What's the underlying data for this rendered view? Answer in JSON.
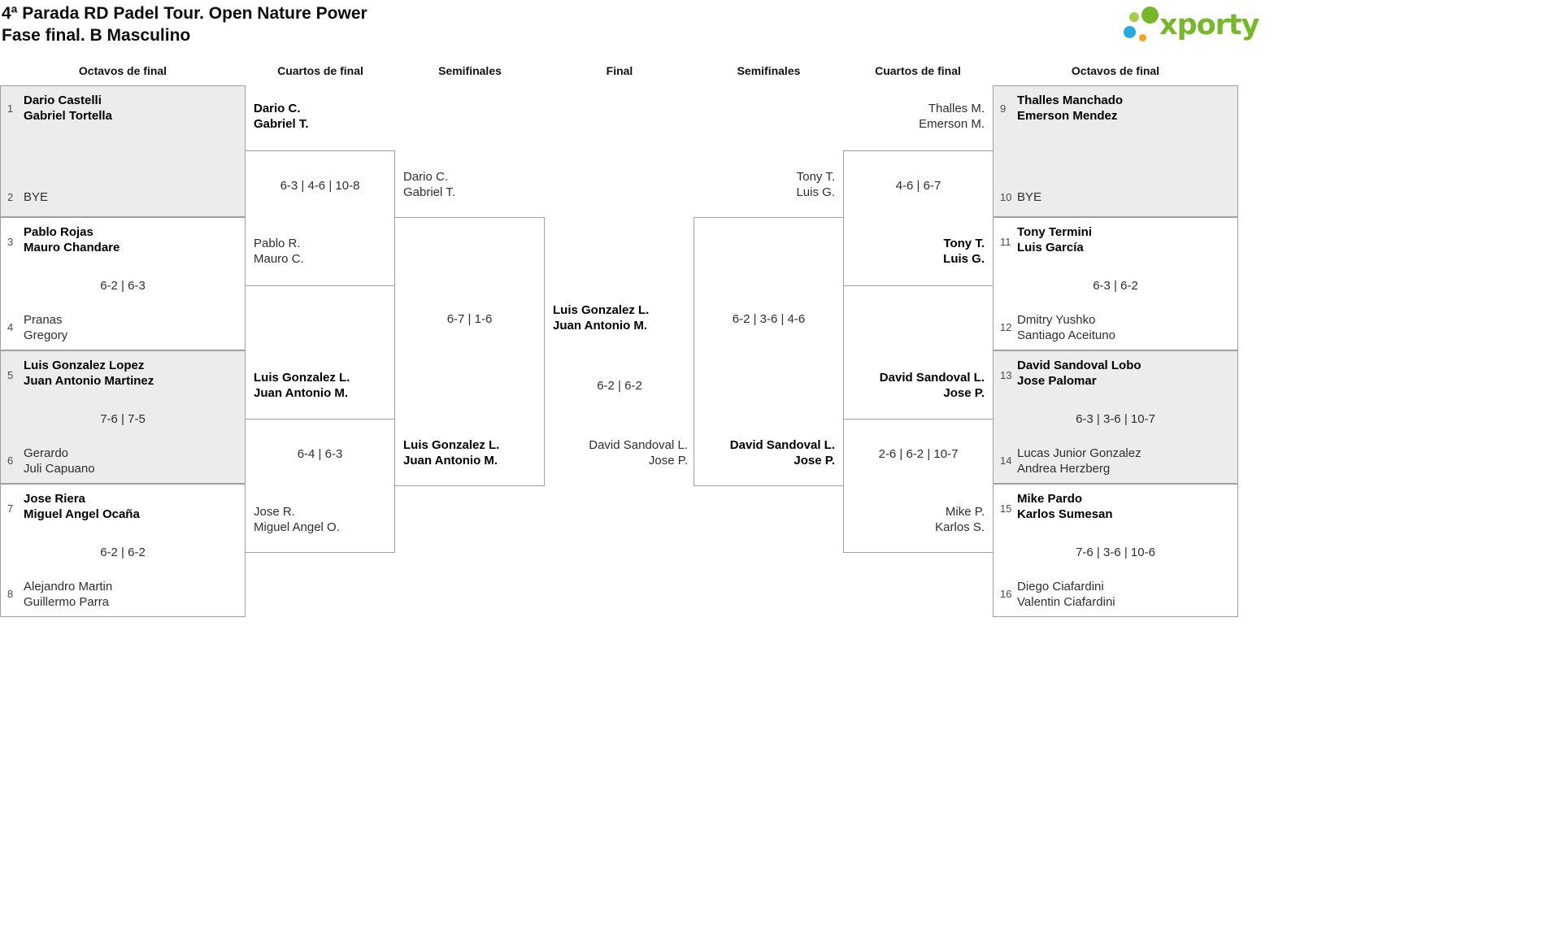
{
  "header": {
    "title_line1": "4ª Parada RD Padel Tour. Open Nature Power",
    "title_line2": "Fase final. B Masculino",
    "logo_text": "xporty"
  },
  "round_headers": [
    "Octavos de final",
    "Cuartos de final",
    "Semifinales",
    "Final",
    "Semifinales",
    "Cuartos de final",
    "Octavos de final"
  ],
  "colors": {
    "brand_green": "#76b82a",
    "dot_light_green": "#a6ce42",
    "dot_blue": "#26a9e0",
    "dot_orange": "#f5a11c",
    "box_shade": "#ececec",
    "box_border": "#a0a0a0"
  },
  "bracket": {
    "octavos_left": [
      {
        "seed_top": "1",
        "top1": "Dario Castelli",
        "top2": "Gabriel Tortella",
        "score": "",
        "seed_bot": "2",
        "bot1": "BYE",
        "bot2": ""
      },
      {
        "seed_top": "3",
        "top1": "Pablo Rojas",
        "top2": "Mauro Chandare",
        "score": "6-2 | 6-3",
        "seed_bot": "4",
        "bot1": "Pranas",
        "bot2": "Gregory"
      },
      {
        "seed_top": "5",
        "top1": "Luis Gonzalez Lopez",
        "top2": "Juan Antonio Martinez",
        "score": "7-6 | 7-5",
        "seed_bot": "6",
        "bot1": "Gerardo",
        "bot2": "Juli Capuano"
      },
      {
        "seed_top": "7",
        "top1": "Jose Riera",
        "top2": "Miguel Angel Ocaña",
        "score": "6-2 | 6-2",
        "seed_bot": "8",
        "bot1": "Alejandro Martin",
        "bot2": "Guillermo Parra"
      }
    ],
    "octavos_right": [
      {
        "seed_top": "9",
        "top1": "Thalles Manchado",
        "top2": "Emerson Mendez",
        "score": "",
        "seed_bot": "10",
        "bot1": "BYE",
        "bot2": ""
      },
      {
        "seed_top": "11",
        "top1": "Tony Termini",
        "top2": "Luis García",
        "score": "6-3 | 6-2",
        "seed_bot": "12",
        "bot1": "Dmitry Yushko",
        "bot2": "Santiago Aceituno"
      },
      {
        "seed_top": "13",
        "top1": "David Sandoval Lobo",
        "top2": "Jose Palomar",
        "score": "6-3 | 3-6 | 10-7",
        "seed_bot": "14",
        "bot1": "Lucas Junior Gonzalez",
        "bot2": "Andrea Herzberg"
      },
      {
        "seed_top": "15",
        "top1": "Mike Pardo",
        "top2": "Karlos Sumesan",
        "score": "7-6 | 3-6 | 10-6",
        "seed_bot": "16",
        "bot1": "Diego Ciafardini",
        "bot2": "Valentin Ciafardini"
      }
    ],
    "cuartos_left": [
      {
        "top1": "Dario C.",
        "top2": "Gabriel T.",
        "score": "6-3 | 4-6 | 10-8",
        "bot1": "Pablo R.",
        "bot2": "Mauro C."
      },
      {
        "top1": "Luis Gonzalez L.",
        "top2": "Juan Antonio M.",
        "score": "6-4 | 6-3",
        "bot1": "Jose R.",
        "bot2": "Miguel Angel O."
      }
    ],
    "cuartos_right": [
      {
        "top1": "Thalles M.",
        "top2": "Emerson M.",
        "score": "4-6 | 6-7",
        "bot1": "Tony T.",
        "bot2": "Luis G."
      },
      {
        "top1": "David Sandoval L.",
        "top2": "Jose P.",
        "score": "2-6 | 6-2 | 10-7",
        "bot1": "Mike P.",
        "bot2": "Karlos S."
      }
    ],
    "semis_left": {
      "top1": "Dario C.",
      "top2": "Gabriel T.",
      "score": "6-7 | 1-6",
      "bot1": "Luis Gonzalez L.",
      "bot2": "Juan Antonio M."
    },
    "semis_right": {
      "top1": "Tony T.",
      "top2": "Luis G.",
      "score": "6-2 | 3-6 | 4-6",
      "bot1": "David Sandoval L.",
      "bot2": "Jose P."
    },
    "final": {
      "top1": "Luis Gonzalez L.",
      "top2": "Juan Antonio M.",
      "score": "6-2 | 6-2",
      "bot1": "David Sandoval L.",
      "bot2": "Jose P."
    }
  }
}
